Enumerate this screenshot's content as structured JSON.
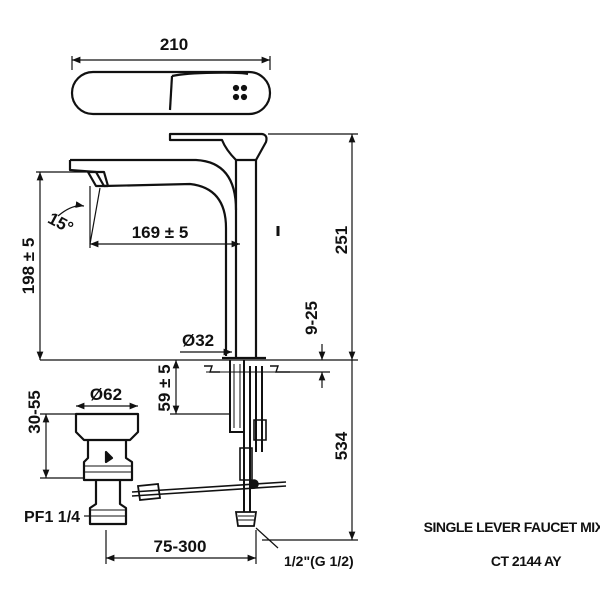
{
  "dimensions": {
    "top_width": "210",
    "height_total": "251",
    "spout_height": "198 ± 5",
    "spout_reach": "169 ± 5",
    "spout_angle": "15°",
    "hole_diameter": "Ø32",
    "counter_thickness": "9-25",
    "shank_length": "59 ± 5",
    "hose_length": "534",
    "drain_height": "30-55",
    "drain_diameter": "Ø62",
    "drain_thread": "PF1 1/4",
    "drain_distance": "75-300",
    "inlet_thread": "1/2\"(G 1/2)"
  },
  "title": {
    "line1": "SINGLE LEVER FAUCET MIXE",
    "line2": "CT 2144 AY"
  }
}
